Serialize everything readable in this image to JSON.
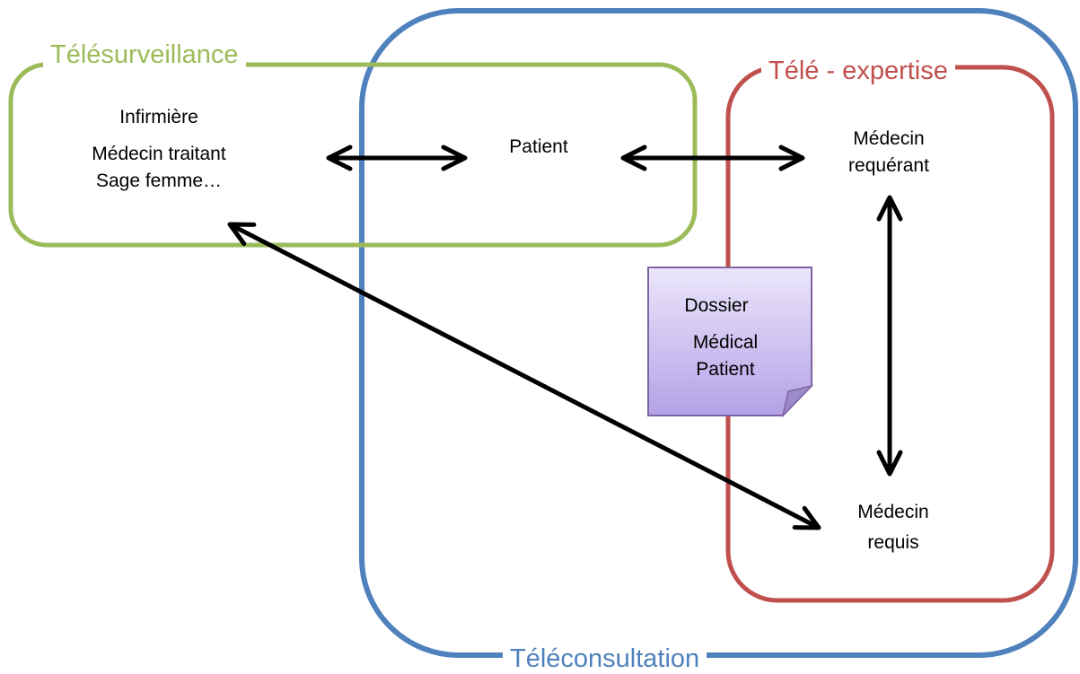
{
  "colors": {
    "telesurveillance": "#9bbb59",
    "teleconsultation": "#4f81bd",
    "teleexpertise": "#c0504d",
    "arrow": "#000000",
    "note_fill_top": "#ece6fb",
    "note_fill_bottom": "#b3a2e7",
    "note_border": "#8064a2"
  },
  "groups": {
    "telesurveillance": {
      "title": "Télésurveillance"
    },
    "teleexpertise": {
      "title": "Télé - expertise"
    },
    "teleconsultation": {
      "title": "Téléconsultation"
    }
  },
  "nodes": {
    "actors": {
      "line1": "Infirmière",
      "line2": "Médecin traitant",
      "line3": "Sage femme…"
    },
    "patient": {
      "label": "Patient"
    },
    "requerant": {
      "line1": "Médecin",
      "line2": "requérant"
    },
    "requis": {
      "line1": "Médecin",
      "line2": "requis"
    },
    "dossier": {
      "line1": "Dossier",
      "line2": "Médical",
      "line3": "Patient"
    }
  },
  "connections": [
    {
      "from": "actors",
      "to": "patient",
      "type": "double-arrow"
    },
    {
      "from": "patient",
      "to": "requerant",
      "type": "double-arrow"
    },
    {
      "from": "requerant",
      "to": "requis",
      "type": "double-arrow"
    },
    {
      "from": "actors",
      "to": "requis",
      "type": "double-arrow"
    }
  ]
}
